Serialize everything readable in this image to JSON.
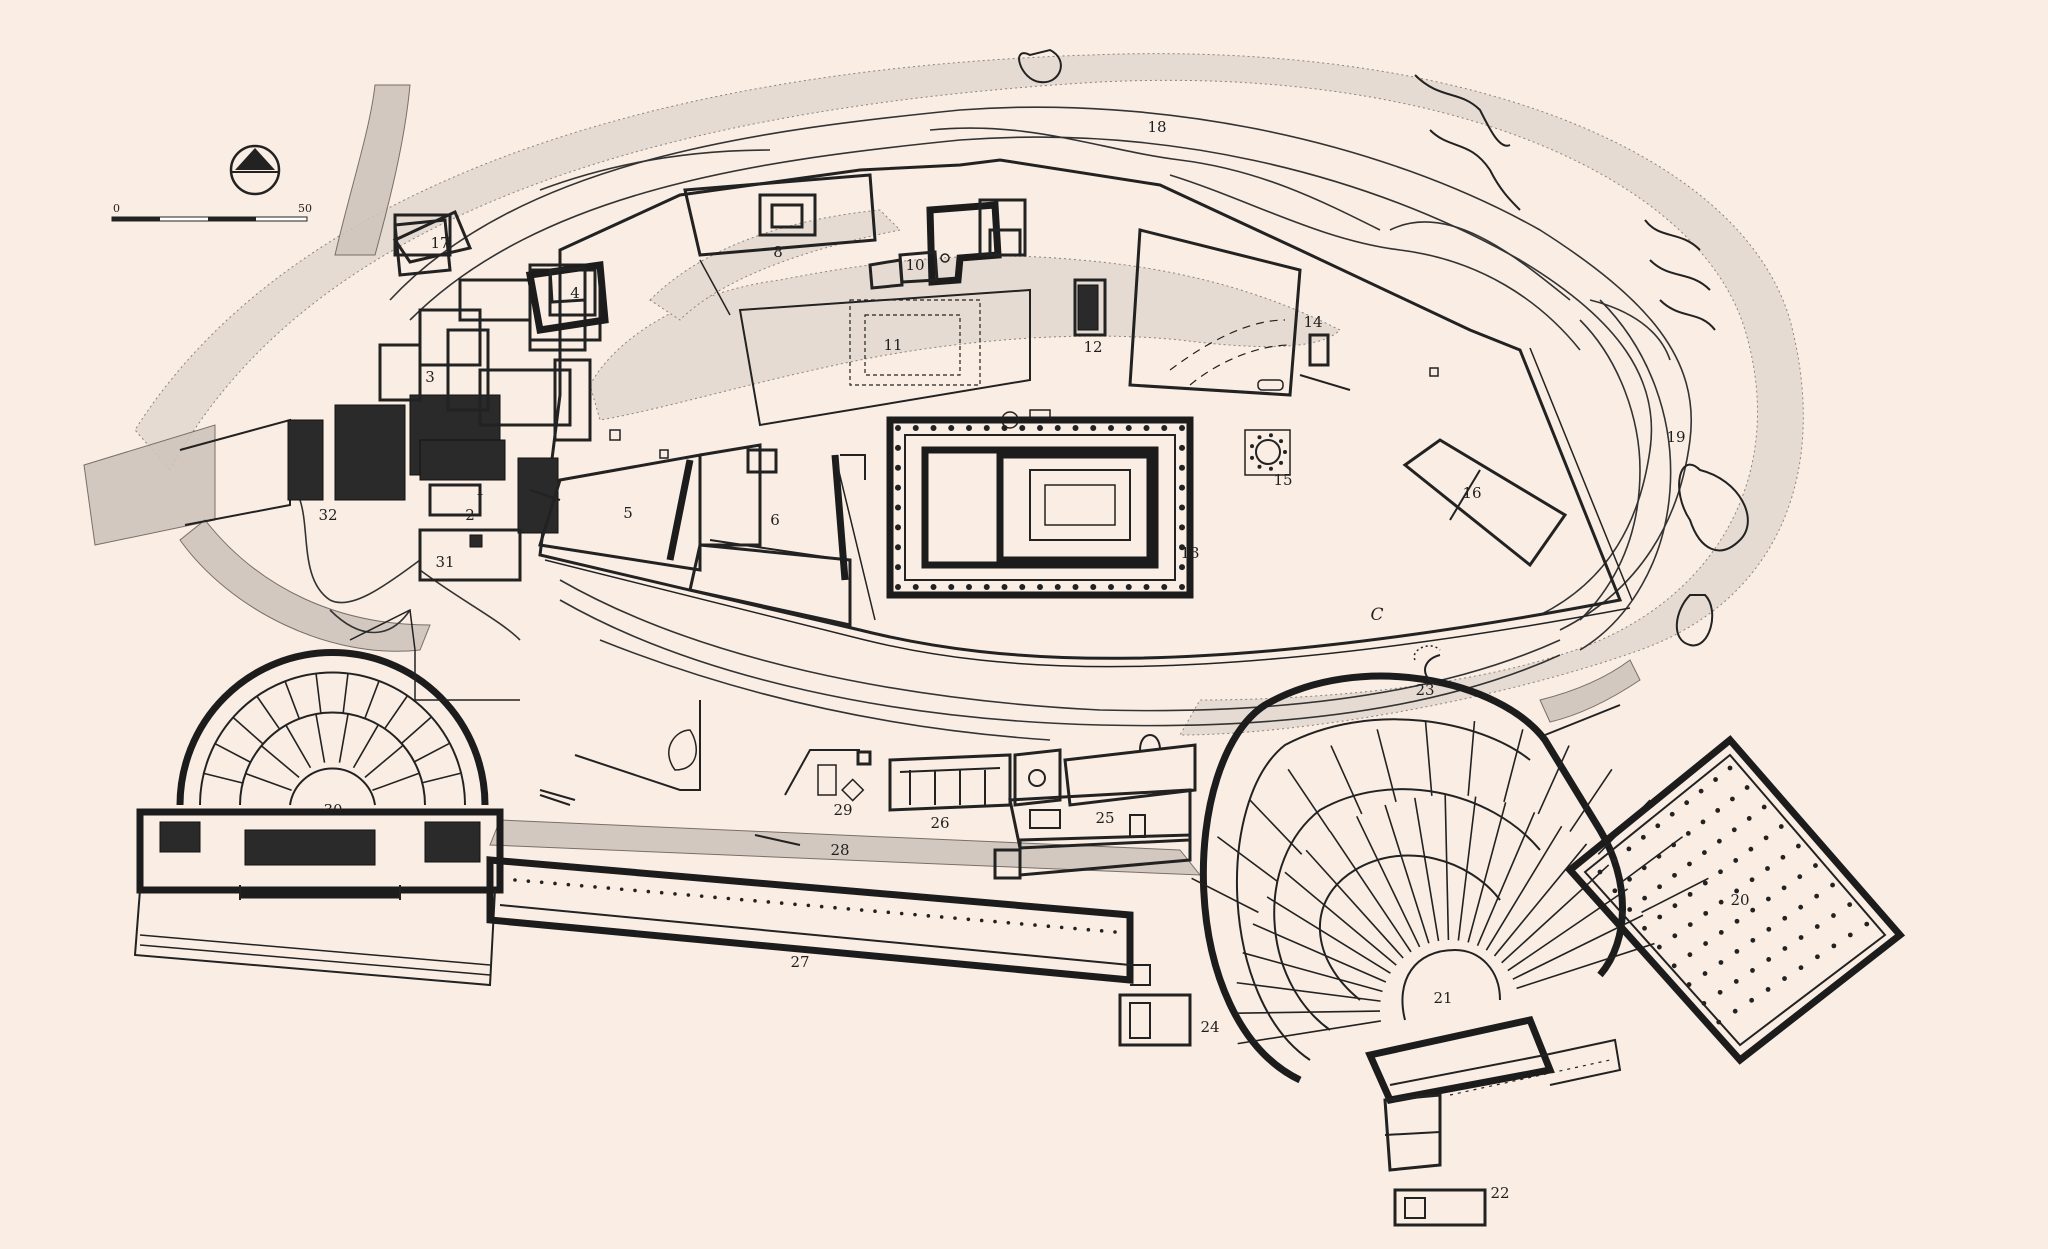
{
  "scale_bar": {
    "start": "0",
    "end": "50"
  },
  "north_arrow_icon": "north-arrow-icon",
  "labels": {
    "l1": "1",
    "l2": "2",
    "l3": "3",
    "l4": "4",
    "l5": "5",
    "l6": "6",
    "l8": "8",
    "l10": "10",
    "l11": "11",
    "l12": "12",
    "l13": "13",
    "l14": "14",
    "l15": "15",
    "l16": "16",
    "l17": "17",
    "l18": "18",
    "l19": "19",
    "l20": "20",
    "l21": "21",
    "l22": "22",
    "l23": "23",
    "l24": "24",
    "l25": "25",
    "l26": "26",
    "l27": "27",
    "l28": "28",
    "l29": "29",
    "l30": "30",
    "l31": "31",
    "l32": "32",
    "lc": "C"
  },
  "colors": {
    "background": "#f9ede4",
    "ink": "#222222",
    "gravel": "#cfc5bd"
  }
}
